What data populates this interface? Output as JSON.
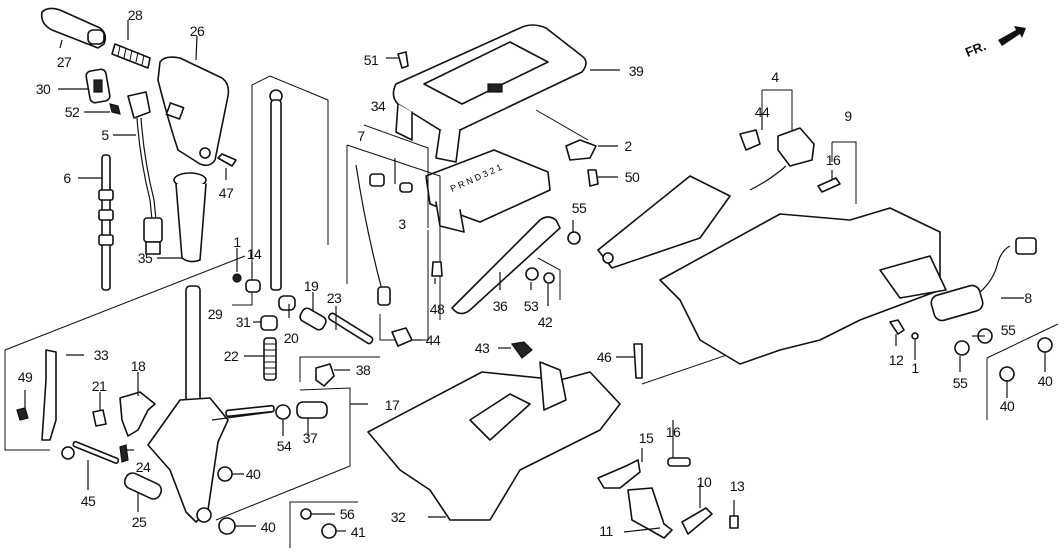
{
  "diagram": {
    "type": "exploded-parts-diagram",
    "subject": "Automatic transmission shift lever / console assembly",
    "orientation_marker": {
      "text": "FR.",
      "icon": "arrow-front-icon"
    },
    "labels": [
      {
        "id": "l27",
        "text": "27"
      },
      {
        "id": "l28",
        "text": "28"
      },
      {
        "id": "l26",
        "text": "26"
      },
      {
        "id": "l30",
        "text": "30"
      },
      {
        "id": "l52",
        "text": "52"
      },
      {
        "id": "l5",
        "text": "5"
      },
      {
        "id": "l6",
        "text": "6"
      },
      {
        "id": "l47",
        "text": "47"
      },
      {
        "id": "l35",
        "text": "35"
      },
      {
        "id": "l1a",
        "text": "1"
      },
      {
        "id": "l14",
        "text": "14"
      },
      {
        "id": "l29",
        "text": "29"
      },
      {
        "id": "l31",
        "text": "31"
      },
      {
        "id": "l20",
        "text": "20"
      },
      {
        "id": "l19",
        "text": "19"
      },
      {
        "id": "l23",
        "text": "23"
      },
      {
        "id": "l22",
        "text": "22"
      },
      {
        "id": "l34",
        "text": "34"
      },
      {
        "id": "l7",
        "text": "7"
      },
      {
        "id": "l3",
        "text": "3"
      },
      {
        "id": "l48",
        "text": "48"
      },
      {
        "id": "l44a",
        "text": "44"
      },
      {
        "id": "l51",
        "text": "51"
      },
      {
        "id": "l39",
        "text": "39"
      },
      {
        "id": "l2",
        "text": "2"
      },
      {
        "id": "l50",
        "text": "50"
      },
      {
        "id": "l55a",
        "text": "55"
      },
      {
        "id": "l36",
        "text": "36"
      },
      {
        "id": "l53",
        "text": "53"
      },
      {
        "id": "l42",
        "text": "42"
      },
      {
        "id": "l43",
        "text": "43"
      },
      {
        "id": "l46",
        "text": "46"
      },
      {
        "id": "l4",
        "text": "4"
      },
      {
        "id": "l44b",
        "text": "44"
      },
      {
        "id": "l9",
        "text": "9"
      },
      {
        "id": "l16a",
        "text": "16"
      },
      {
        "id": "l8",
        "text": "8"
      },
      {
        "id": "l12",
        "text": "12"
      },
      {
        "id": "l1b",
        "text": "1"
      },
      {
        "id": "l55b",
        "text": "55"
      },
      {
        "id": "l55c",
        "text": "55"
      },
      {
        "id": "l40a",
        "text": "40"
      },
      {
        "id": "l40b",
        "text": "40"
      },
      {
        "id": "l33",
        "text": "33"
      },
      {
        "id": "l49",
        "text": "49"
      },
      {
        "id": "l21",
        "text": "21"
      },
      {
        "id": "l18",
        "text": "18"
      },
      {
        "id": "l45",
        "text": "45"
      },
      {
        "id": "l24",
        "text": "24"
      },
      {
        "id": "l25",
        "text": "25"
      },
      {
        "id": "l38",
        "text": "38"
      },
      {
        "id": "l17",
        "text": "17"
      },
      {
        "id": "l54",
        "text": "54"
      },
      {
        "id": "l37",
        "text": "37"
      },
      {
        "id": "l40c",
        "text": "40"
      },
      {
        "id": "l40d",
        "text": "40"
      },
      {
        "id": "l56",
        "text": "56"
      },
      {
        "id": "l41",
        "text": "41"
      },
      {
        "id": "l32",
        "text": "32"
      },
      {
        "id": "l15",
        "text": "15"
      },
      {
        "id": "l16b",
        "text": "16"
      },
      {
        "id": "l10",
        "text": "10"
      },
      {
        "id": "l13",
        "text": "13"
      },
      {
        "id": "l11",
        "text": "11"
      }
    ],
    "gate_indicator_text": "P R N D 3 2 1"
  }
}
